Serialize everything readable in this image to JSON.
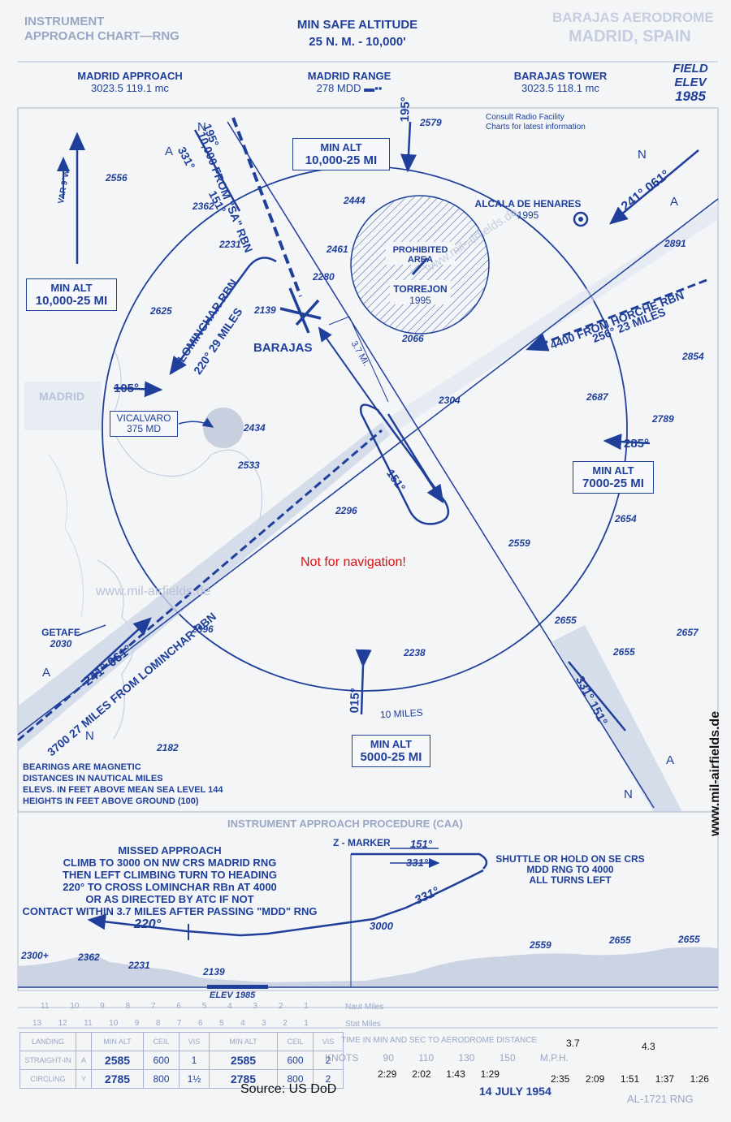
{
  "header": {
    "chart_type": "INSTRUMENT APPROACH CHART—RNG",
    "chart_type_l1": "INSTRUMENT",
    "chart_type_l2": "APPROACH CHART—RNG",
    "msa_title": "MIN SAFE ALTITUDE",
    "msa_value": "25 N. M. - 10,000'",
    "aerodrome": "BARAJAS AERODROME",
    "location": "MADRID, SPAIN",
    "field_elev_label_l1": "FIELD",
    "field_elev_label_l2": "ELEV",
    "field_elev": "1985"
  },
  "frequencies": [
    {
      "name": "MADRID APPROACH",
      "value": "3023.5   119.1 mc"
    },
    {
      "name": "MADRID RANGE",
      "value": "278 MDD"
    },
    {
      "name": "BARAJAS TOWER",
      "value": "3023.5   118.1 mc"
    }
  ],
  "consult_note_l1": "Consult Radio Facility",
  "consult_note_l2": "Charts for latest information",
  "plan_view": {
    "min_alt_boxes": [
      {
        "label": "MIN ALT",
        "value": "10,000-25 MI"
      },
      {
        "label": "MIN ALT",
        "value": "10,000-25 MI"
      },
      {
        "label": "MIN ALT",
        "value": "7000-25 MI"
      },
      {
        "label": "MIN ALT",
        "value": "5000-25 MI"
      }
    ],
    "prohibited_area": {
      "l1": "PROHIBITED",
      "l2": "AREA",
      "name": "TORREJON",
      "elev": "1995"
    },
    "airport": "BARAJAS",
    "alcala": {
      "name": "ALCALA DE HENARES",
      "elev": "1995"
    },
    "vicalvaro": {
      "name": "VICALVARO",
      "freq": "375 MD"
    },
    "getafe": {
      "name": "GETAFE",
      "elev": "2030"
    },
    "madrid": "MADRID",
    "var": "VAR 9°W",
    "courses": {
      "nw_inbound": "10,000 FROM \"SA\" RBN",
      "nw_bearing_a": "195°",
      "nw_bearing_b": "331°",
      "nw_bearing_c": "151°",
      "lominchar_out": "LOMINCHAR RBN",
      "lominchar_out_2": "220° 29 MILES",
      "horche": "4400 FROM HORCHE RBN",
      "horche_2": "256° 23 MILES",
      "ne_course": "241° 061°",
      "sw_course": "241° 061°",
      "sw_text": "3700 27 MILES FROM LOMINCHAR RBN",
      "se_course": "331° 151°",
      "r195": "195°",
      "r105": "105°",
      "r285": "285°",
      "r015": "015°",
      "procedure_turn": "151°",
      "dist_37": "3.7 MI.",
      "ten_miles": "10 MILES"
    },
    "quadrant_letters": [
      "N",
      "A",
      "N",
      "A",
      "A",
      "N",
      "A",
      "N"
    ],
    "elevations": [
      "2579",
      "2556",
      "2444",
      "2362",
      "2461",
      "2231",
      "2280",
      "2891",
      "2625",
      "2139",
      "2066",
      "2854",
      "2304",
      "2687",
      "2434",
      "2789",
      "2533",
      "2296",
      "2654",
      "2559",
      "2655",
      "2396",
      "2238",
      "2657",
      "2655",
      "2182"
    ],
    "notes": [
      "BEARINGS ARE MAGNETIC",
      "DISTANCES IN NAUTICAL MILES",
      "ELEVS. IN FEET ABOVE MEAN SEA LEVEL 144",
      "HEIGHTS IN FEET ABOVE GROUND (100)"
    ],
    "watermark_center": "Not for navigation!",
    "watermark_site": "www.mil-airfields.de",
    "watermark_vertical": "www.mil-airfields.de"
  },
  "profile": {
    "title": "INSTRUMENT APPROACH PROCEDURE (CAA)",
    "missed_approach": [
      "MISSED APPROACH",
      "CLIMB TO 3000 ON NW CRS MADRID RNG",
      "THEN LEFT CLIMBING TURN TO HEADING",
      "220° TO CROSS LOMINCHAR RBn AT 4000",
      "OR AS DIRECTED BY ATC IF NOT",
      "CONTACT WITHIN 3.7 MILES AFTER PASSING \"MDD\" RNG"
    ],
    "z_marker": "Z - MARKER",
    "z_151": "151°",
    "z_331": "331°",
    "shuttle": [
      "SHUTTLE OR HOLD ON SE CRS",
      "MDD RNG TO 4000",
      "ALL TURNS LEFT"
    ],
    "alt_3000": "3000",
    "hdg_331": "331°",
    "hdg_220": "220°",
    "terrain": [
      "2300+",
      "2362",
      "2231",
      "2139",
      "2559",
      "2655",
      "2655"
    ],
    "elev_label": "ELEV 1985"
  },
  "scale": {
    "naut": "Naut Miles",
    "stat": "Stat Miles",
    "naut_ticks": [
      "11",
      "10",
      "9",
      "8",
      "7",
      "6",
      "5",
      "4",
      "3",
      "2",
      "1"
    ],
    "stat_ticks": [
      "13",
      "12",
      "11",
      "10",
      "9",
      "8",
      "7",
      "6",
      "5",
      "4",
      "3",
      "2",
      "1"
    ]
  },
  "minimums": {
    "headers": [
      "LANDING",
      "MIN ALT",
      "CEIL",
      "VIS",
      "MIN ALT",
      "CEIL",
      "VIS"
    ],
    "rows": [
      {
        "label": "STRAIGHT-IN",
        "code": "A",
        "alt1": "2585",
        "ceil1": "600",
        "vis1": "1",
        "alt2": "2585",
        "ceil2": "600",
        "vis2": "2"
      },
      {
        "label": "CIRCLING",
        "code": "Y",
        "alt1": "2785",
        "ceil1": "800",
        "vis1": "1½",
        "alt2": "2785",
        "ceil2": "800",
        "vis2": "2"
      }
    ]
  },
  "timing": {
    "title": "TIME IN MIN AND SEC TO AERODROME DISTANCE",
    "speed_headers": [
      "KNOTS",
      "90",
      "110",
      "130",
      "150",
      "M.P.H."
    ],
    "dist_a": "3.7",
    "dist_b": "4.3",
    "row_a": [
      "2:29",
      "2:02",
      "1:43",
      "1:29"
    ],
    "row_b": [
      "2:35",
      "2:09",
      "1:51",
      "1:37",
      "1:26"
    ]
  },
  "footer": {
    "source": "Source: US DoD",
    "date": "14 JULY 1954",
    "chart_id": "AL-1721 RNG"
  }
}
